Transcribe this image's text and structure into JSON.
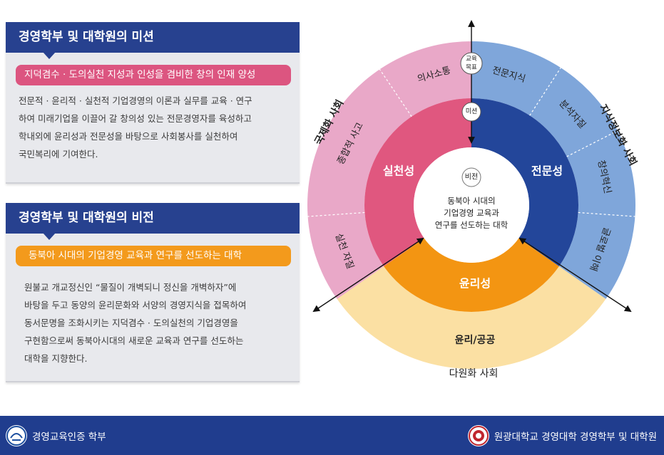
{
  "mission": {
    "title": "경영학부 및 대학원의 미션",
    "highlight": "지덕겸수 · 도의실천 지성과 인성을 겸비한 창의 인재 양성",
    "body": "전문적 · 윤리적 · 실천적 기업경영의 이론과 실무를 교육 · 연구\n하여 미래기업을 이끌어 갈 창의성 있는 전문경영자를 육성하고\n학내외에 윤리성과 전문성을 바탕으로 사회봉사를 실천하여\n국민복리에 기여한다."
  },
  "vision": {
    "title": "경영학부 및 대학원의 비전",
    "highlight": "동북아 시대의 기업경영 교육과 연구를 선도하는 대학",
    "body": "원불교 개교정신인 “물질이 개벽되니 정신을 개벽하자”에\n바탕을 두고 동양의 윤리문화와 서양의 경영지식을 접목하여\n동서문명을 조화시키는 지덕겸수 · 도의실천의 기업경영을\n구현함으로써 동북아시대의 새로운 교육과 연구를 선도하는\n대학을 지향한다."
  },
  "diagram": {
    "center_badge": "비전",
    "center_text": [
      "동북아 시대의",
      "기업경영 교육과",
      "연구를 선도하는 대학"
    ],
    "core_left": "실천성",
    "core_right": "전문성",
    "core_bottom": "윤리성",
    "outer_left_items": [
      "의사소통",
      "종합적 사고",
      "실천 자질"
    ],
    "outer_right_items": [
      "전문지식",
      "분석자질",
      "창의혁신",
      "글로벌 이해"
    ],
    "outer_bottom_item": "윤리/공공",
    "society_left": "국제화 사회",
    "society_right": "지식정보화 사회",
    "society_bottom": "다원화 사회",
    "goal_badge": [
      "교육",
      "목표"
    ],
    "mission_badge": "미션",
    "colors": {
      "pink_dark": "#e0577f",
      "pink_light": "#e9a8c8",
      "blue_dark": "#23469a",
      "blue_light": "#7fa6da",
      "orange": "#f39512",
      "yellow_light": "#fbe0a3"
    }
  },
  "footer": {
    "left_text": "경영교육인증 학부",
    "right_text": "원광대학교 경영대학 경영학부 및 대학원"
  }
}
